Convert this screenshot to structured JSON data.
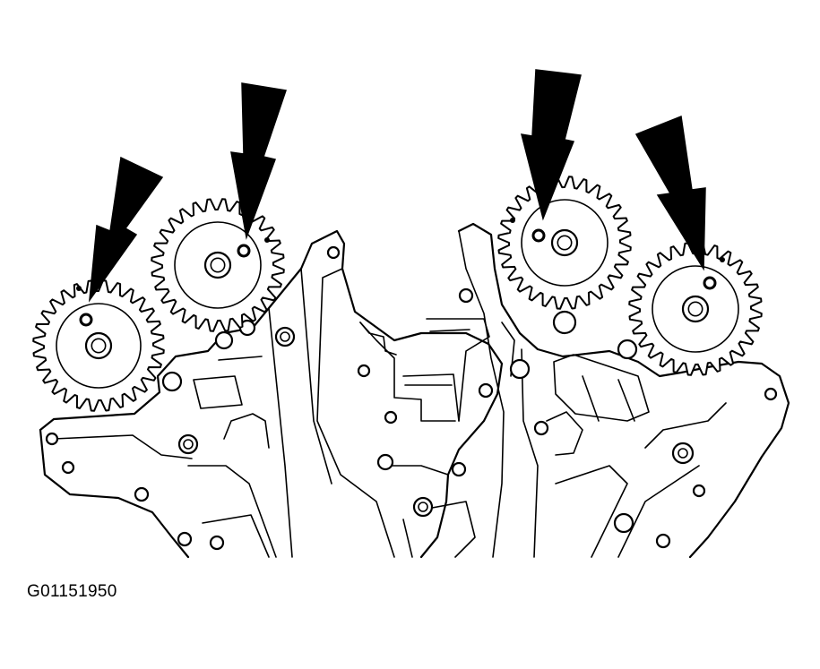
{
  "figure_id": "G01151950",
  "colors": {
    "ink": "#000000",
    "paper": "#ffffff"
  },
  "sprockets": [
    {
      "name": "left-bank-exhaust-camshaft-sprocket",
      "timing_mark": "dot",
      "arrow": true
    },
    {
      "name": "left-bank-intake-camshaft-sprocket",
      "timing_mark": "dot",
      "arrow": true
    },
    {
      "name": "right-bank-intake-camshaft-sprocket",
      "timing_mark": "dot",
      "arrow": true
    },
    {
      "name": "right-bank-exhaust-camshaft-sprocket",
      "timing_mark": "dot",
      "arrow": true
    }
  ]
}
